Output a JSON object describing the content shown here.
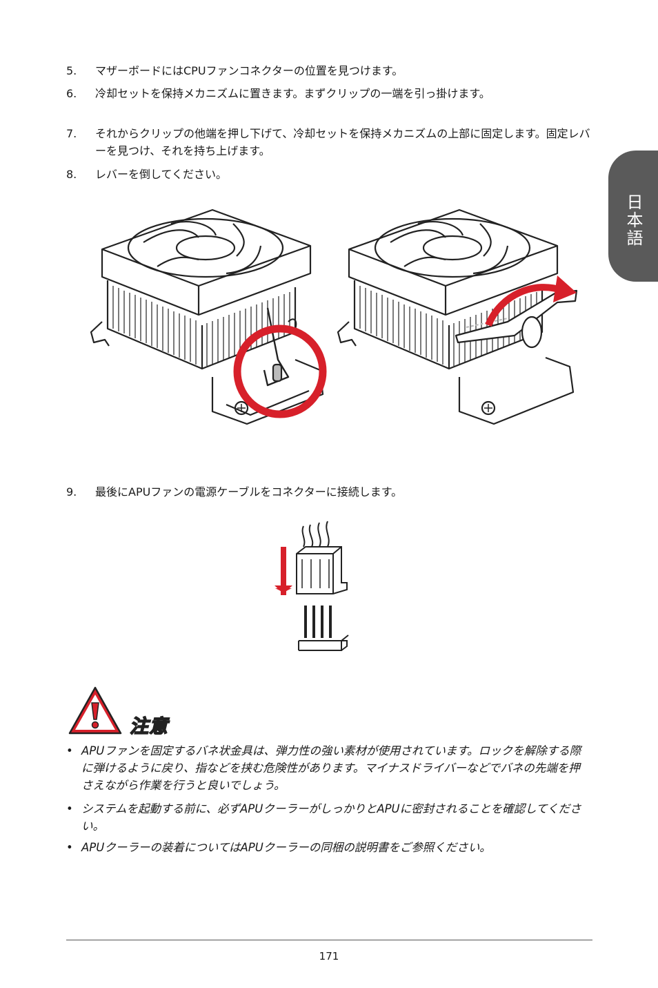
{
  "side_tab": {
    "label": "日本語"
  },
  "steps_top": [
    {
      "num": "5.",
      "text": "マザーボードにはCPUファンコネクターの位置を見つけます。"
    },
    {
      "num": "6.",
      "text": "冷却セットを保持メカニズムに置きます。まずクリップの一端を引っ掛けます。"
    },
    {
      "num": "7.",
      "text": "それからクリップの他端を押し下げて、冷却セットを保持メカニズムの上部に固定します。固定レバーを見つけ、それを持ち上げます。"
    },
    {
      "num": "8.",
      "text": "レバーを倒してください。"
    }
  ],
  "step_9": {
    "num": "9.",
    "text": "最後にAPUファンの電源ケーブルをコネクターに接続します。"
  },
  "caution": {
    "title": "注意",
    "bullet_char": "•",
    "items": [
      "APUファンを固定するバネ状金具は、弾力性の強い素材が使用されています。ロックを解除する際に弾けるように戻り、指などを挟む危険性があります。マイナスドライバーなどでバネの先端を押さえながら作業を行うと良いでしょう。",
      "システムを起動する前に、必ずAPUクーラーがしっかりとAPUに密封されることを確認してください。",
      "APUクーラーの装着についてはAPUクーラーの同梱の説明書をご参照ください。"
    ]
  },
  "page_number": "171",
  "colors": {
    "accent_red": "#d7202a",
    "tab_gray": "#5a5a5a"
  },
  "icons": [
    "warning-triangle-icon",
    "down-arrow-icon"
  ]
}
